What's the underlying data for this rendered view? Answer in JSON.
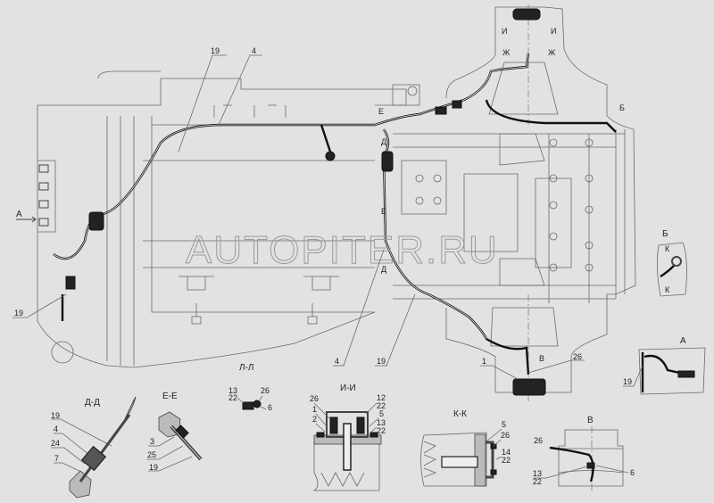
{
  "watermark": "AUTOPITER.RU",
  "main_view": {
    "leaders": {
      "l19_top": "19",
      "l4_top": "4",
      "l19_left": "19",
      "l4_bottom": "4",
      "l19_bottom": "19",
      "l1": "1",
      "l26": "26"
    },
    "section_marks": {
      "a": "А",
      "b": "Б",
      "e_top": "Е",
      "e_bottom": "Е",
      "d_top": "Д",
      "d_bottom": "Д",
      "i_left": "И",
      "i_right": "И",
      "zh_left": "Ж",
      "zh_right": "Ж",
      "v": "В"
    }
  },
  "view_b": {
    "title": "Б",
    "k_top": "К",
    "k_bottom": "К"
  },
  "view_a": {
    "title": "А",
    "l19": "19"
  },
  "section_ll": {
    "title": "Л-Л",
    "l13": "13",
    "l22": "22",
    "l26": "26",
    "l6": "6"
  },
  "section_dd": {
    "title": "Д-Д",
    "l19": "19",
    "l4": "4",
    "l24": "24",
    "l7": "7"
  },
  "section_ee": {
    "title": "Е-Е",
    "l3": "3",
    "l25": "25",
    "l19": "19"
  },
  "section_ii": {
    "title": "И-И",
    "l26": "26",
    "l1": "1",
    "l2": "2",
    "l12": "12",
    "l22a": "22",
    "l5": "5",
    "l13": "13",
    "l22b": "22"
  },
  "section_kk": {
    "title": "К-К",
    "l5": "5",
    "l26": "26",
    "l14": "14",
    "l22": "22"
  },
  "view_v": {
    "title": "В",
    "l26": "26",
    "l13": "13",
    "l22": "22",
    "l6": "6"
  }
}
